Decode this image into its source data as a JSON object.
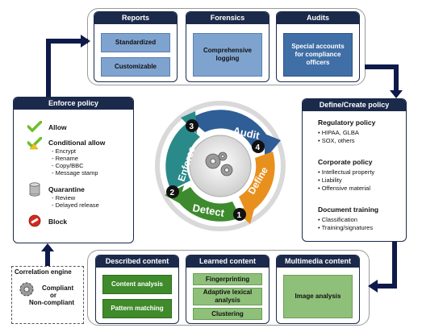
{
  "reports": {
    "title": "Reports",
    "items": [
      "Standardized",
      "Customizable"
    ]
  },
  "forensics": {
    "title": "Forensics",
    "item": "Comprehensive logging"
  },
  "audits": {
    "title": "Audits",
    "item": "Special accounts for compliance officers"
  },
  "enforce_policy": {
    "title": "Enforce policy",
    "allow": "Allow",
    "conditional": "Conditional allow",
    "conditional_items": [
      "- Encrypt",
      "- Rename",
      "- Copy/BBC",
      "- Message stamp"
    ],
    "quarantine": "Quarantine",
    "quarantine_items": [
      "- Review",
      "- Delayed release"
    ],
    "block": "Block"
  },
  "define_policy": {
    "title": "Define/Create policy",
    "sections": [
      {
        "heading": "Regulatory policy",
        "items": [
          "• HIPAA, GLBA",
          "• SOX, others"
        ]
      },
      {
        "heading": "Corporate policy",
        "items": [
          "• Intellectual property",
          "• Liability",
          "• Offensive material"
        ]
      },
      {
        "heading": "Document training",
        "items": [
          "• Classification",
          "• Training/signatures"
        ]
      }
    ]
  },
  "cycle": {
    "labels": [
      "Audit",
      "Define",
      "Detect",
      "Enforce"
    ],
    "steps": [
      "1",
      "2",
      "3",
      "4"
    ],
    "colors": {
      "audit": "#2f5d96",
      "define": "#e8901e",
      "detect": "#3e8a2e",
      "enforce": "#2a8a8a"
    }
  },
  "described": {
    "title": "Described content",
    "items": [
      "Content analysis",
      "Pattern matching"
    ]
  },
  "learned": {
    "title": "Learned content",
    "items": [
      "Fingerprinting",
      "Adaptive lexical analysis",
      "Clustering"
    ]
  },
  "multimedia": {
    "title": "Multimedia content",
    "item": "Image analysis"
  },
  "correlation": {
    "title": "Correlation engine",
    "result_1": "Compliant",
    "or": "or",
    "result_2": "Non-compliant"
  }
}
